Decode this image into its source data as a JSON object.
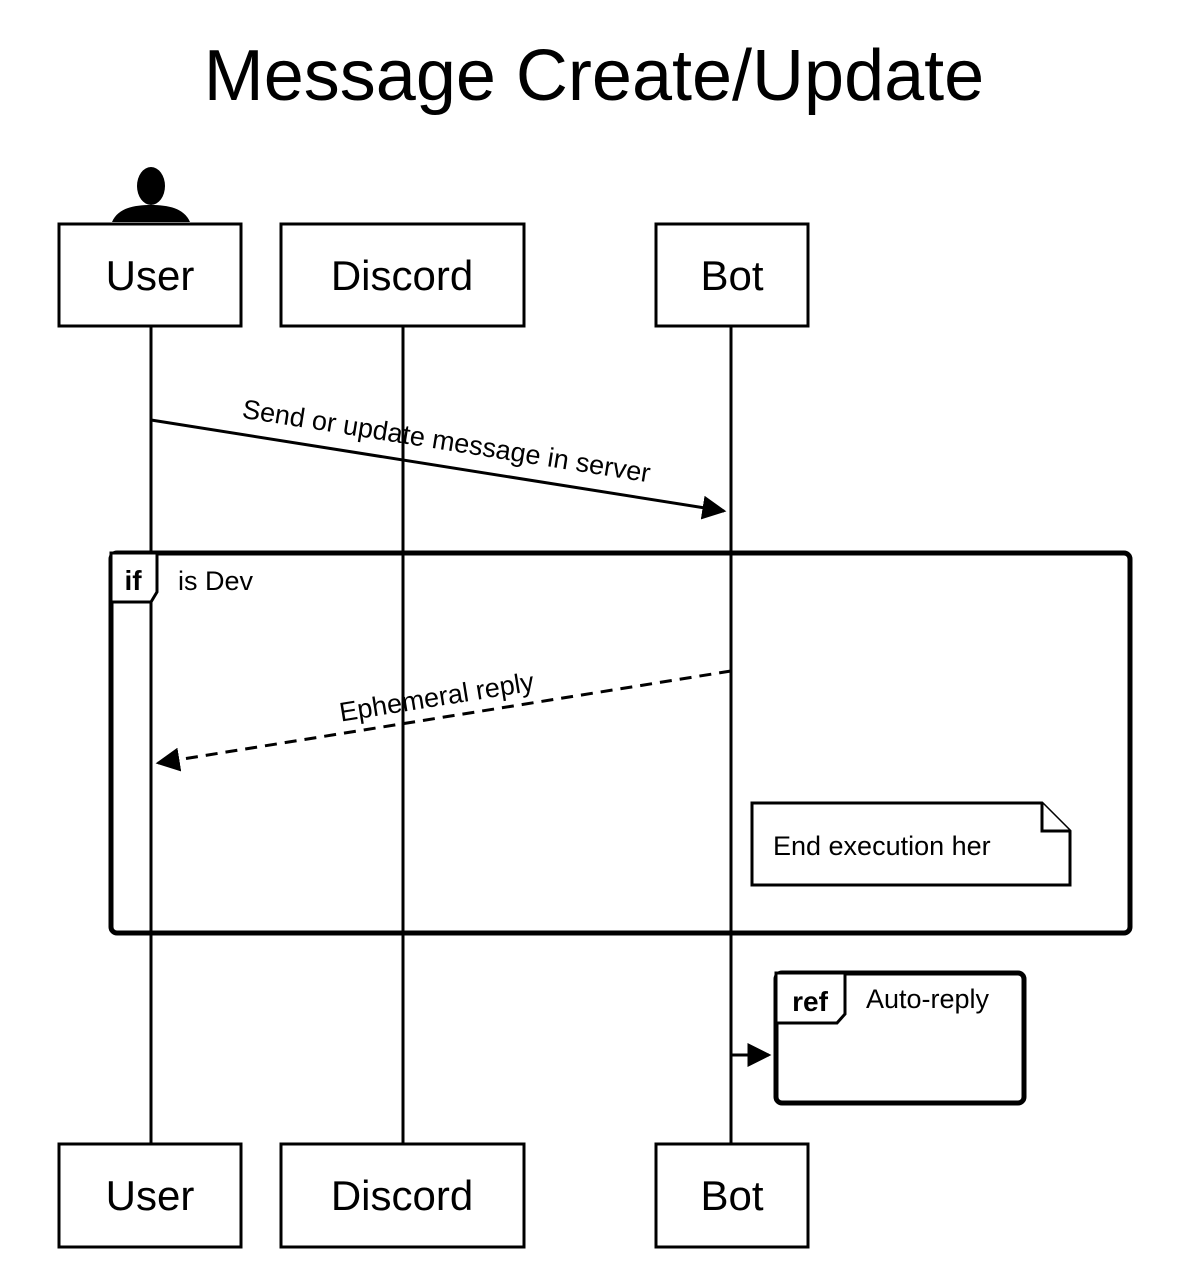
{
  "title": "Message Create/Update",
  "participants": {
    "user": "User",
    "discord": "Discord",
    "bot": "Bot"
  },
  "messages": {
    "send_update": "Send or update message in server",
    "ephemeral_reply": "Ephemeral reply"
  },
  "if_frame": {
    "keyword": "if",
    "condition": "is Dev",
    "note": "End execution her"
  },
  "ref_frame": {
    "keyword": "ref",
    "label": "Auto-reply"
  },
  "icons": {
    "actor": "person-icon"
  }
}
